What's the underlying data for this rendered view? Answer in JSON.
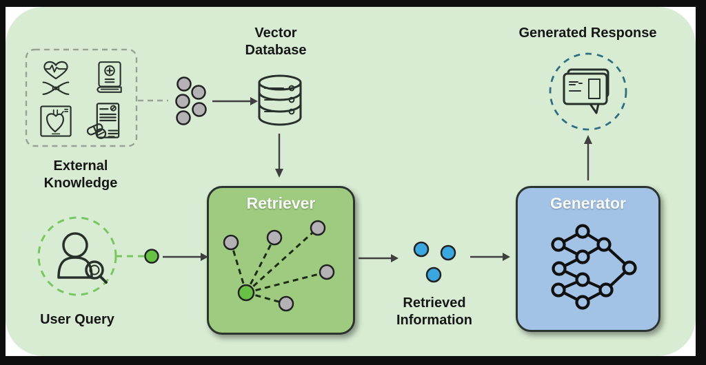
{
  "labels": {
    "vector_database": "Vector Database",
    "external_knowledge": "External Knowledge",
    "user_query": "User Query",
    "retriever": "Retriever",
    "retrieved_information": "Retrieved Information",
    "generator": "Generator",
    "generated_response": "Generated Response"
  },
  "colors": {
    "frame": "#0e0e0e",
    "canvas": "#ffffff",
    "panel": "#d8ecd3",
    "retriever_fill": "#9ecb80",
    "generator_fill": "#a3c3e6",
    "gray_dot": "#b5b2b6",
    "green_dot": "#68c044",
    "blue_dot": "#3aa8de",
    "teal_dashed": "#2e6e80",
    "green_dashed": "#77c65e",
    "arrow": "#3f3f3f",
    "ink": "#222222",
    "label_ink": "#161616",
    "box_label": "#f8faf7",
    "dashed_box": "#95a295",
    "scatter_line": "#1c2b14"
  },
  "icons": {
    "external_sources": [
      "heart-pulse-dna-icon",
      "medical-book-icon",
      "heart-scan-icon",
      "prescription-pills-icon"
    ],
    "vector_database": "database-icon",
    "embeddings": "gray-dots-icon",
    "user_query": "user-search-icon",
    "retriever": "scatter-plot-icon",
    "retrieved_information": "blue-dots-icon",
    "generator": "neural-network-icon",
    "generated_response": "chat-bubbles-icon"
  }
}
